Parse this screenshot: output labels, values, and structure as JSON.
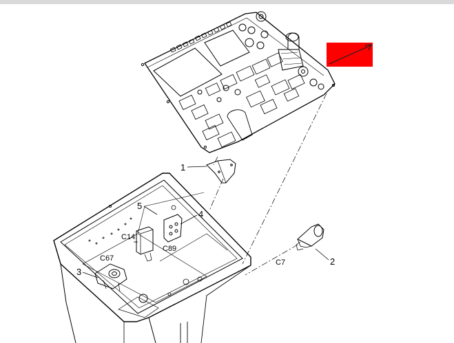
{
  "callouts": {
    "c1": "1",
    "c2": "2",
    "c3": "3",
    "c4": "4",
    "c5": "5"
  },
  "connectors": {
    "c14": "C14",
    "c89": "C89",
    "c67": "C67",
    "c7": "C7"
  },
  "nav_button": {
    "icon": "arrow-up-right-icon",
    "color": "#ff0000"
  }
}
